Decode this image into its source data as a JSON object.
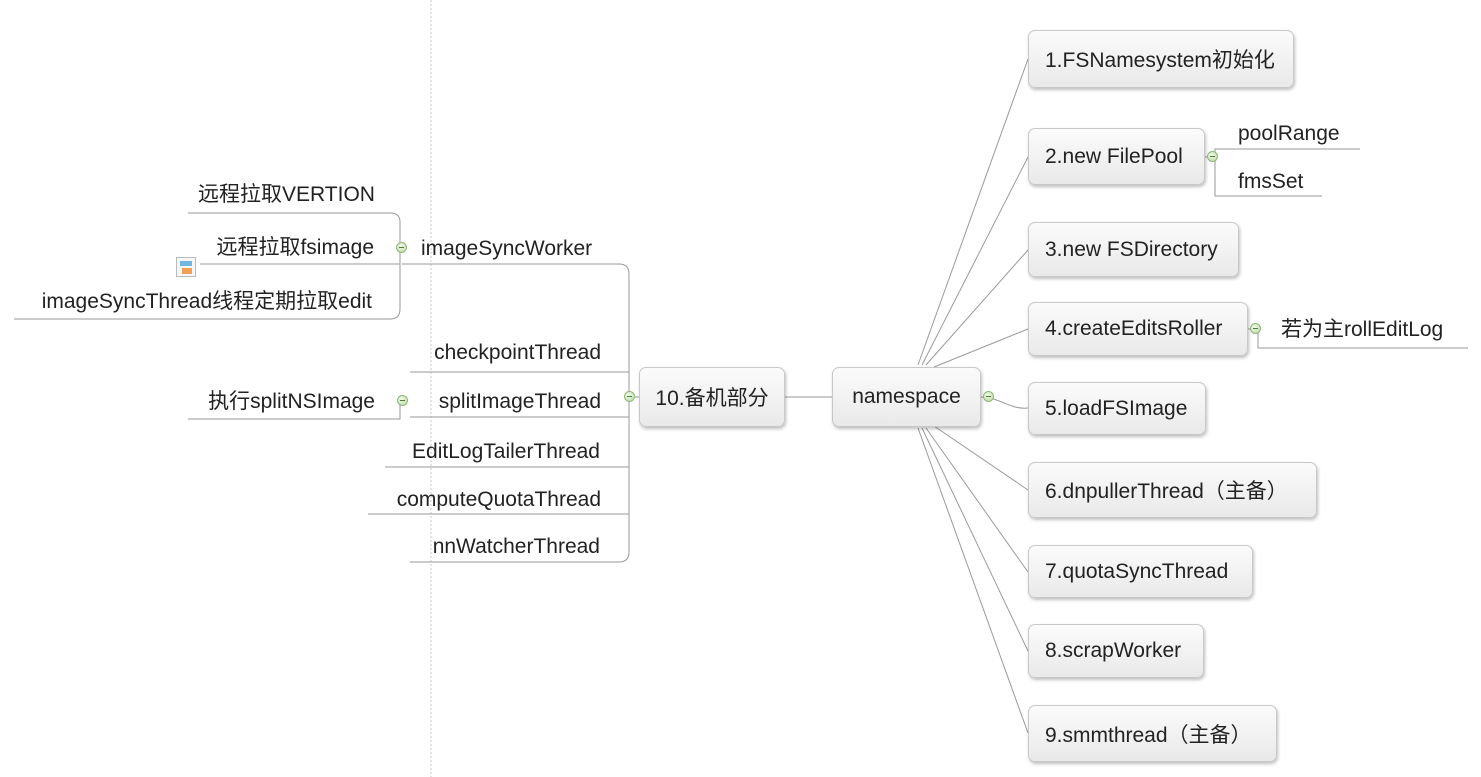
{
  "center": {
    "label": "namespace"
  },
  "standby": {
    "label": "10.备机部分"
  },
  "right_steps": [
    {
      "label": "1.FSNamesystem初始化"
    },
    {
      "label": "2.new FilePool",
      "children": [
        "poolRange",
        "fmsSet"
      ]
    },
    {
      "label": "3.new FSDirectory"
    },
    {
      "label": "4.createEditsRoller",
      "children": [
        "若为主rollEditLog"
      ]
    },
    {
      "label": "5.loadFSImage"
    },
    {
      "label": "6.dnpullerThread（主备）"
    },
    {
      "label": "7.quotaSyncThread"
    },
    {
      "label": "8.scrapWorker"
    },
    {
      "label": "9.smmthread（主备）"
    }
  ],
  "left_threads": [
    {
      "label": "imageSyncWorker",
      "children": [
        "远程拉取VERTION",
        "远程拉取fsimage",
        "imageSyncThread线程定期拉取edit"
      ]
    },
    {
      "label": "checkpointThread"
    },
    {
      "label": "splitImageThread",
      "children": [
        "执行splitNSImage"
      ]
    },
    {
      "label": "EditLogTailerThread"
    },
    {
      "label": "computeQuotaThread"
    },
    {
      "label": "nnWatcherThread"
    }
  ]
}
